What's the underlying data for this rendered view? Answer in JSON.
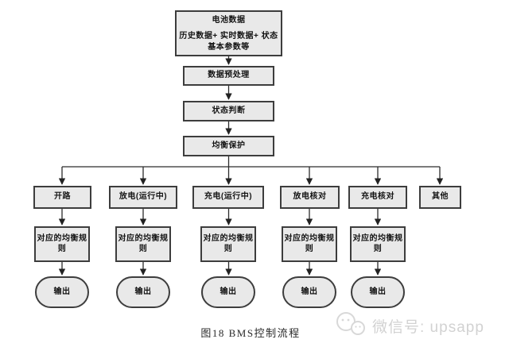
{
  "figure": {
    "caption": "图18  BMS控制流程"
  },
  "watermark": {
    "icon": "wechat-icon",
    "text": "微信号: upsapp"
  },
  "flow": {
    "source": {
      "title": "电池数据",
      "line2": "历史数据+ 实时数据+ 状态",
      "line3": "基本参数等"
    },
    "stages": [
      "数据预处理",
      "状态判断",
      "均衡保护"
    ],
    "branches": [
      "开路",
      "放电(运行中)",
      "充电(运行中)",
      "放电核对",
      "充电核对",
      "其他"
    ],
    "rule_label": "对应的均衡规则",
    "output_label": "输出",
    "colors": {
      "node_fill": "#e9e9e9",
      "node_border": "#3d3d3d",
      "line": "#2c2c2c",
      "watermark": "#d2d2d2"
    }
  }
}
